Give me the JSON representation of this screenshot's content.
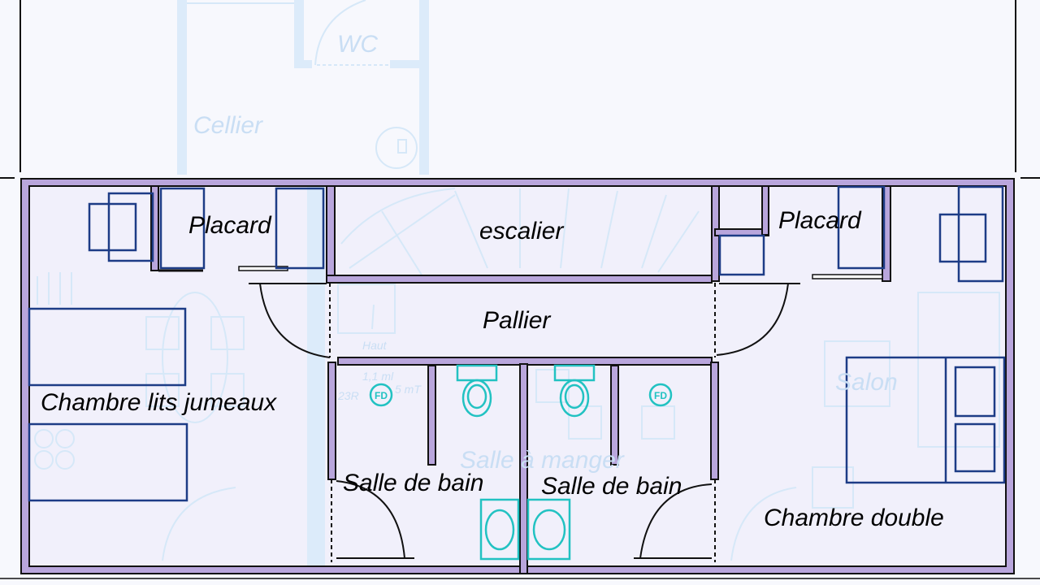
{
  "plan": {
    "rooms": {
      "placard_left": "Placard",
      "escalier": "escalier",
      "placard_right": "Placard",
      "pallier": "Pallier",
      "chambre_lits_jumeaux": "Chambre lits jumeaux",
      "salle_de_bain_1": "Salle de bain",
      "salle_de_bain_2": "Salle de bain",
      "chambre_double": "Chambre double"
    },
    "background_labels": {
      "wc": "WC",
      "cellier": "Cellier",
      "salon": "Salon",
      "salle_a_manger": "Salle à manger",
      "haut": "Haut",
      "ml": "1,1 ml",
      "r": "23R",
      "mt": "5 mT"
    },
    "symbols": {
      "floor_drain": "FD"
    },
    "colors": {
      "wall": "#b9a6dc",
      "furniture": "#1d3c86",
      "sanitary": "#22c2c2",
      "background_plan": "#d6e8f8"
    }
  }
}
